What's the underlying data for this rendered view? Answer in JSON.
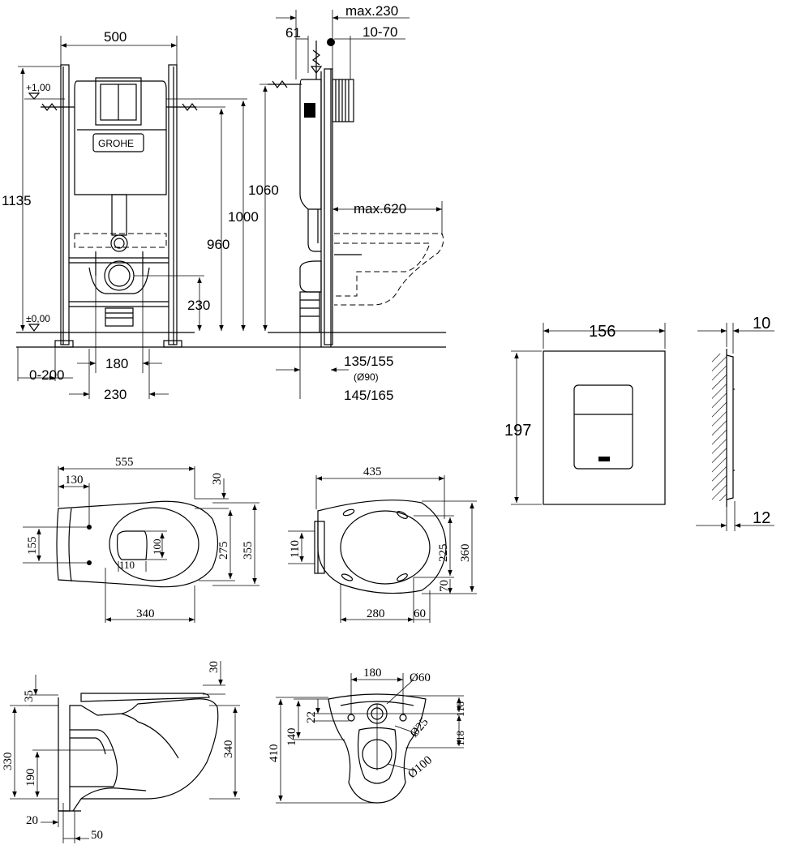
{
  "frame_front": {
    "width": "500",
    "height_total": "1135",
    "level_top": "+1,00",
    "level_zero": "±0,00",
    "h960": "960",
    "h1000": "1000",
    "h230": "230",
    "offset": "0-200",
    "d180": "180",
    "d230": "230",
    "brand": "GROHE"
  },
  "frame_side": {
    "max230": "max.230",
    "d61": "61",
    "d10_70": "10-70",
    "h1060": "1060",
    "max620": "max.620",
    "d135_155": "135/155",
    "pipe": "(Ø90)",
    "d145_165": "145/165"
  },
  "plate": {
    "width": "156",
    "height": "197",
    "depth": "10",
    "depth2": "12"
  },
  "bowl_top": {
    "length": "555",
    "d130": "130",
    "d155": "155",
    "d30": "30",
    "d275": "275",
    "d355": "355",
    "d100": "100",
    "d110": "110",
    "d340": "340"
  },
  "seat_top": {
    "width": "435",
    "d110": "110",
    "d225": "225",
    "d360": "360",
    "d70": "70",
    "d280": "280",
    "d60": "60"
  },
  "bowl_side": {
    "d30": "30",
    "d35": "35",
    "d330": "330",
    "d190": "190",
    "d340": "340",
    "d20": "20",
    "d50": "50"
  },
  "bowl_back": {
    "d180": "180",
    "phi60": "Ø60",
    "d22": "22",
    "d140": "140",
    "phi25": "Ø25",
    "d118a": "118",
    "d118b": "118",
    "d410": "410",
    "phi100": "Ø100"
  }
}
